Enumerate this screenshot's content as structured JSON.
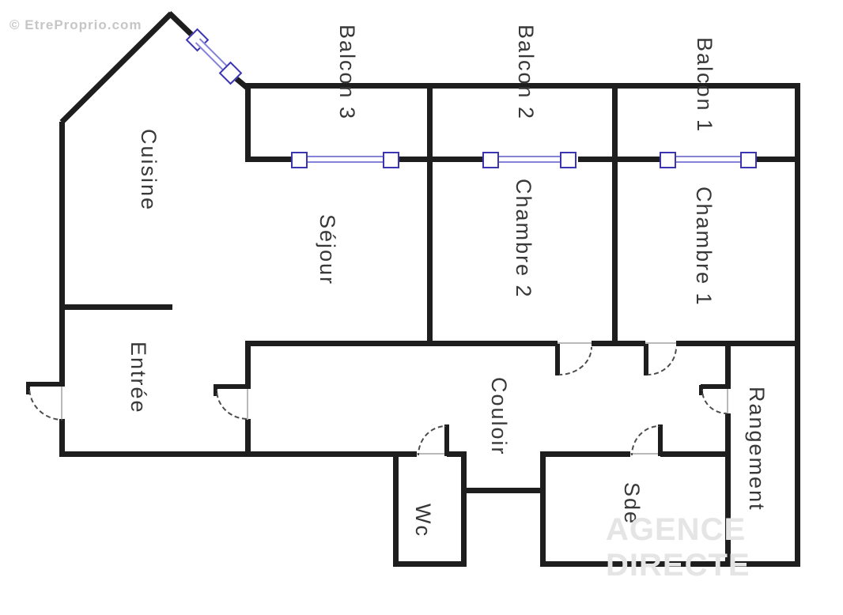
{
  "watermarks": {
    "top_left": "© EtreProprio.com",
    "bottom_right": "AGENCE DIRECTE"
  },
  "rooms": {
    "cuisine": {
      "label": "Cuisine"
    },
    "sejour": {
      "label": "Séjour"
    },
    "entree": {
      "label": "Entrée"
    },
    "balcon3": {
      "label": "Balcon 3"
    },
    "balcon2": {
      "label": "Balcon 2"
    },
    "balcon1": {
      "label": "Balcon 1"
    },
    "chambre2": {
      "label": "Chambre 2"
    },
    "chambre1": {
      "label": "Chambre 1"
    },
    "couloir": {
      "label": "Couloir"
    },
    "wc": {
      "label": "Wc"
    },
    "sde": {
      "label": "Sde"
    },
    "rangement": {
      "label": "Rangement"
    }
  },
  "colors": {
    "background": "#ffffff",
    "wall": "#1e1e1e",
    "label": "#383838",
    "window_frame": "#3b35b2",
    "window_glass": "#8583d8",
    "watermark_top": "#c6c6c6",
    "watermark_bottom": "#e5e5e5"
  }
}
